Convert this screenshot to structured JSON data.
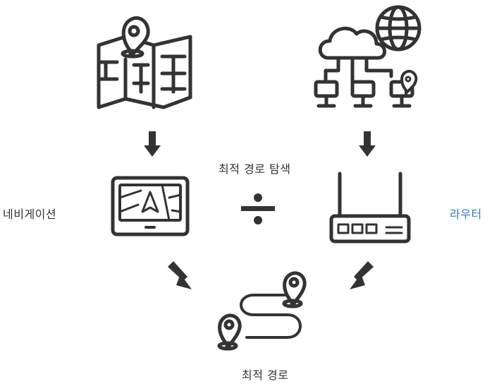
{
  "labels": {
    "center": "최적 경로 탐색",
    "navigation": "네비게이션",
    "router": "라우터",
    "result": "최적 경로"
  },
  "icons": {
    "top_left": "map-pin-icon",
    "top_right": "cloud-network-icon",
    "mid_left": "navigation-device-icon",
    "mid_center": "division-sign-icon",
    "mid_right": "router-icon",
    "bottom": "route-path-icon"
  },
  "colors": {
    "ink": "#333333",
    "accent": "#3578c9"
  }
}
